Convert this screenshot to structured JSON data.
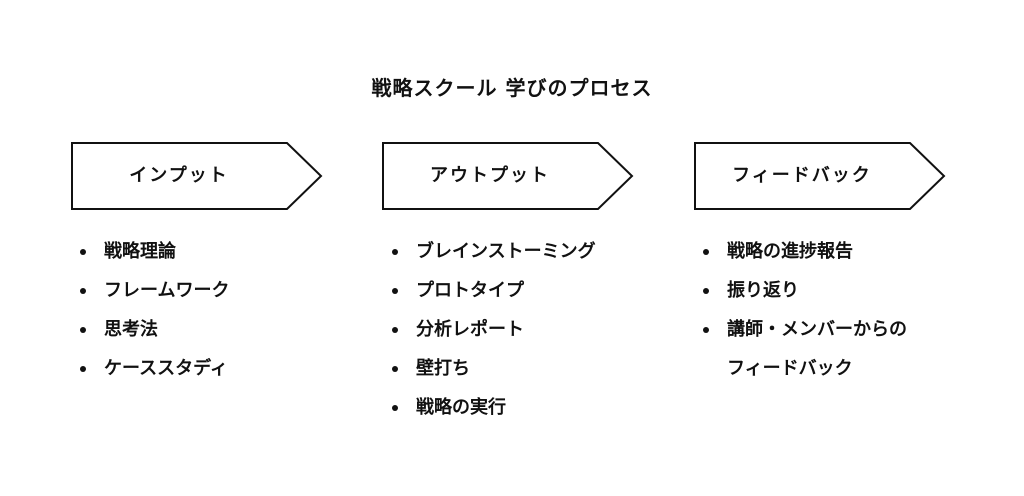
{
  "title": "戦略スクール 学びのプロセス",
  "stages": [
    {
      "label": "インプット",
      "items": [
        "戦略理論",
        "フレームワーク",
        "思考法",
        "ケーススタディ"
      ]
    },
    {
      "label": "アウトプット",
      "items": [
        "ブレインストーミング",
        "プロトタイプ",
        "分析レポート",
        "壁打ち",
        "戦略の実行"
      ]
    },
    {
      "label": "フィードバック",
      "items": [
        "戦略の進捗報告",
        "振り返り",
        "講師・メンバーからの",
        "フィードバック"
      ]
    }
  ],
  "colors": {
    "stroke": "#111111",
    "fill": "#ffffff"
  }
}
